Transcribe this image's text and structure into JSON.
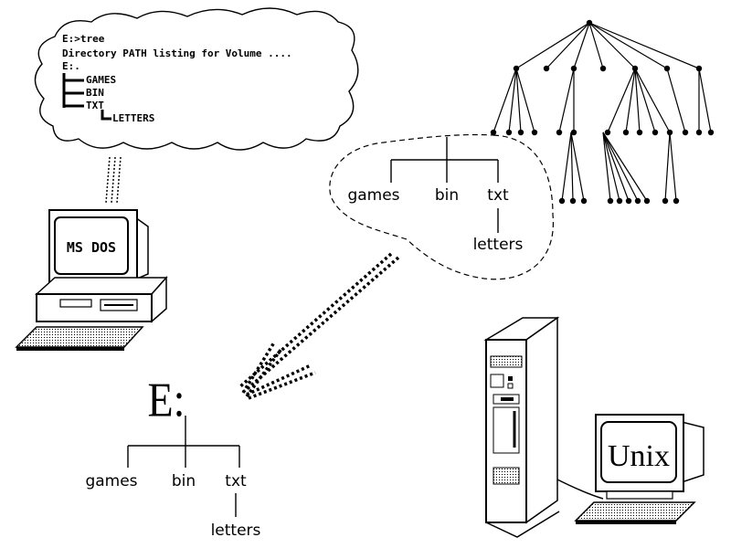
{
  "cloud": {
    "lines": [
      "E:>tree",
      "Directory PATH listing for Volume ....",
      "E:.",
      "GAMES",
      "BIN",
      "TXT",
      "LETTERS"
    ]
  },
  "dos_computer": {
    "screen_label": "MS DOS"
  },
  "unix_computer": {
    "screen_label": "Unix"
  },
  "bubble": {
    "labels": [
      "games",
      "bin",
      "txt",
      "letters"
    ]
  },
  "lower_tree": {
    "root": "E:",
    "children": [
      "games",
      "bin",
      "txt"
    ],
    "grandchild": "letters"
  },
  "colors": {
    "ink": "#000000",
    "paper": "#ffffff"
  }
}
